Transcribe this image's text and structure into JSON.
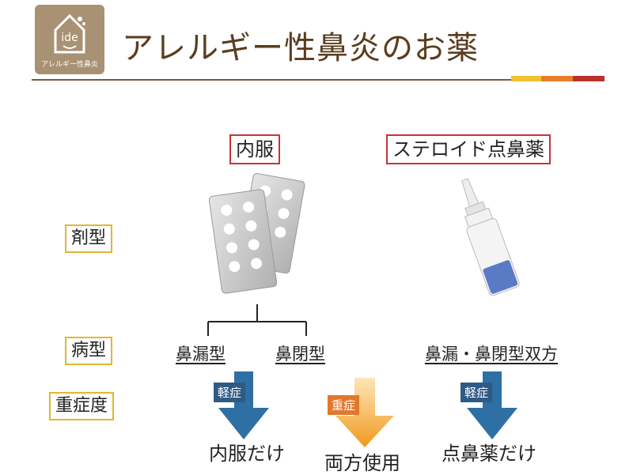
{
  "header": {
    "logo_mark": "ide",
    "logo_caption": "アレルギー性鼻炎",
    "title": "アレルギー性鼻炎のお薬"
  },
  "colors": {
    "title": "#5a3d1e",
    "logo_bg": "#a89273",
    "accent_yellow": "#f2c12e",
    "accent_orange": "#e87e2a",
    "accent_red": "#b8322b",
    "box_red": "#c8323a",
    "box_gold": "#e0b82e",
    "arrow_blue": "#2e6fa4",
    "arrow_orange": "#f0a030"
  },
  "rows": {
    "dosage_form": "剤型",
    "disease_type": "病型",
    "severity": "重症度"
  },
  "columns": {
    "oral": "内服",
    "nasal": "ステロイド点鼻薬"
  },
  "types": {
    "runny": "鼻漏型",
    "blocked": "鼻閉型",
    "both": "鼻漏・鼻閉型双方"
  },
  "badges": {
    "mild_left": "軽症",
    "severe": "重症",
    "mild_right": "軽症"
  },
  "results": {
    "oral_only": "内服だけ",
    "both_use": "両方使用",
    "nasal_only": "点鼻薬だけ"
  },
  "icons": [
    "pill-blister-pack-icon",
    "nasal-spray-icon",
    "arrow-down-icon"
  ]
}
